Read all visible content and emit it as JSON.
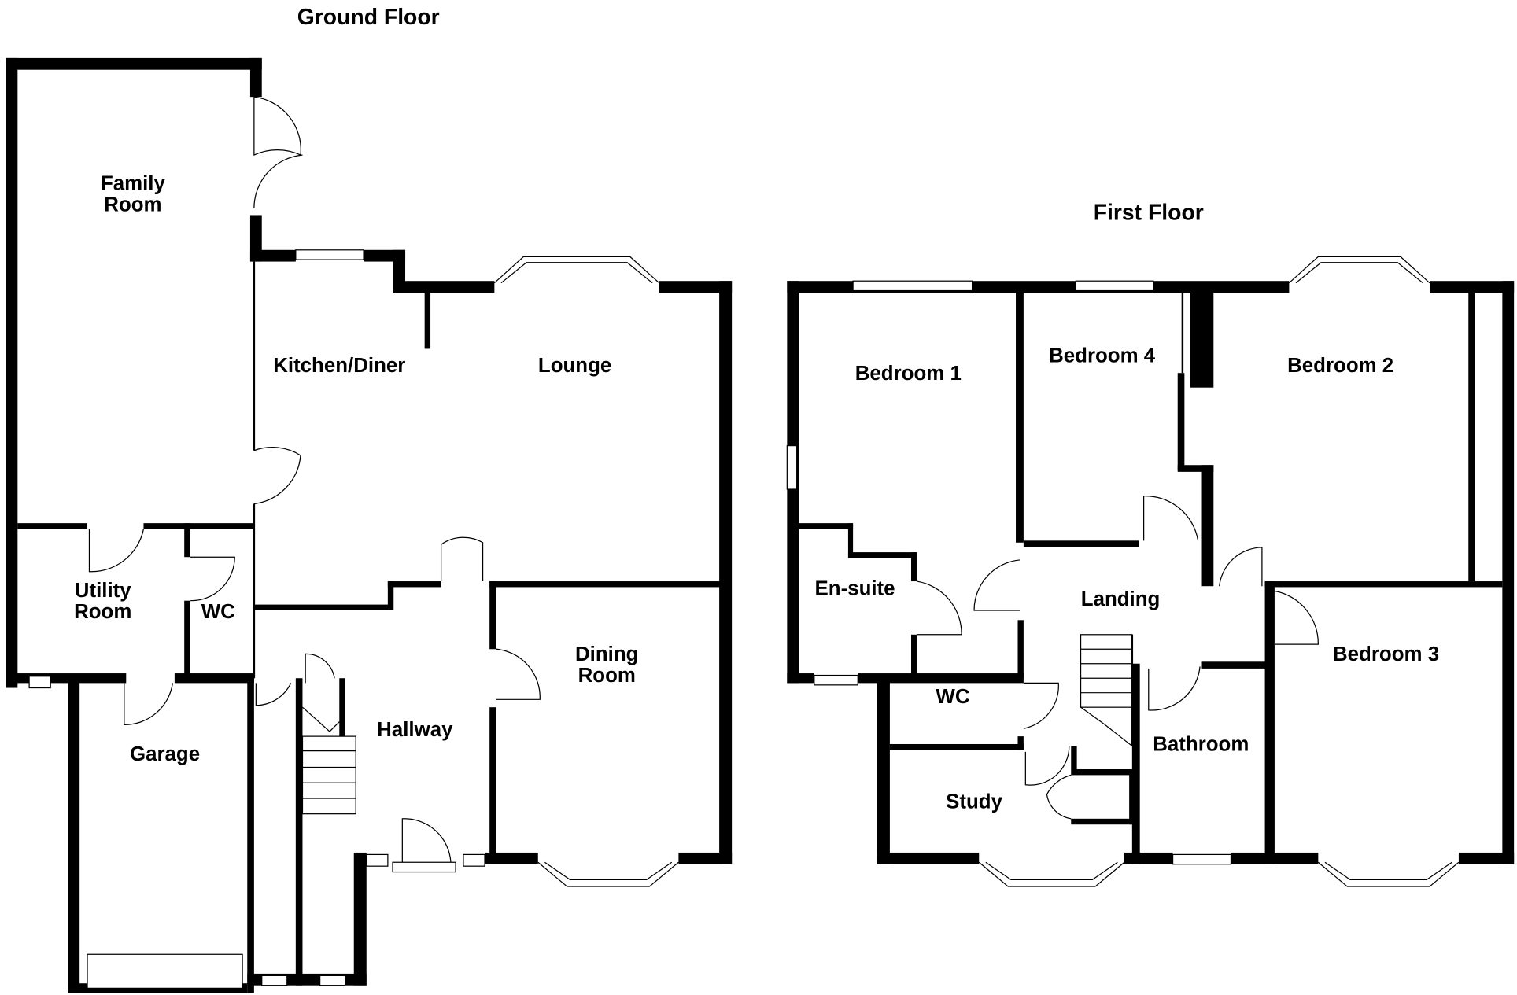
{
  "floors": [
    {
      "title": "Ground Floor",
      "rooms": [
        "Family",
        "Room",
        "Kitchen/Diner",
        "Lounge",
        "Utility",
        "Room",
        "WC",
        "Dining",
        "Room",
        "Hallway",
        "Garage"
      ]
    },
    {
      "title": "First Floor",
      "rooms": [
        "Bedroom 1",
        "Bedroom 4",
        "Bedroom 2",
        "En-suite",
        "Landing",
        "Bedroom 3",
        "WC",
        "Bathroom",
        "Study"
      ]
    }
  ],
  "colors": {
    "wall": "#000000",
    "background": "#ffffff"
  }
}
